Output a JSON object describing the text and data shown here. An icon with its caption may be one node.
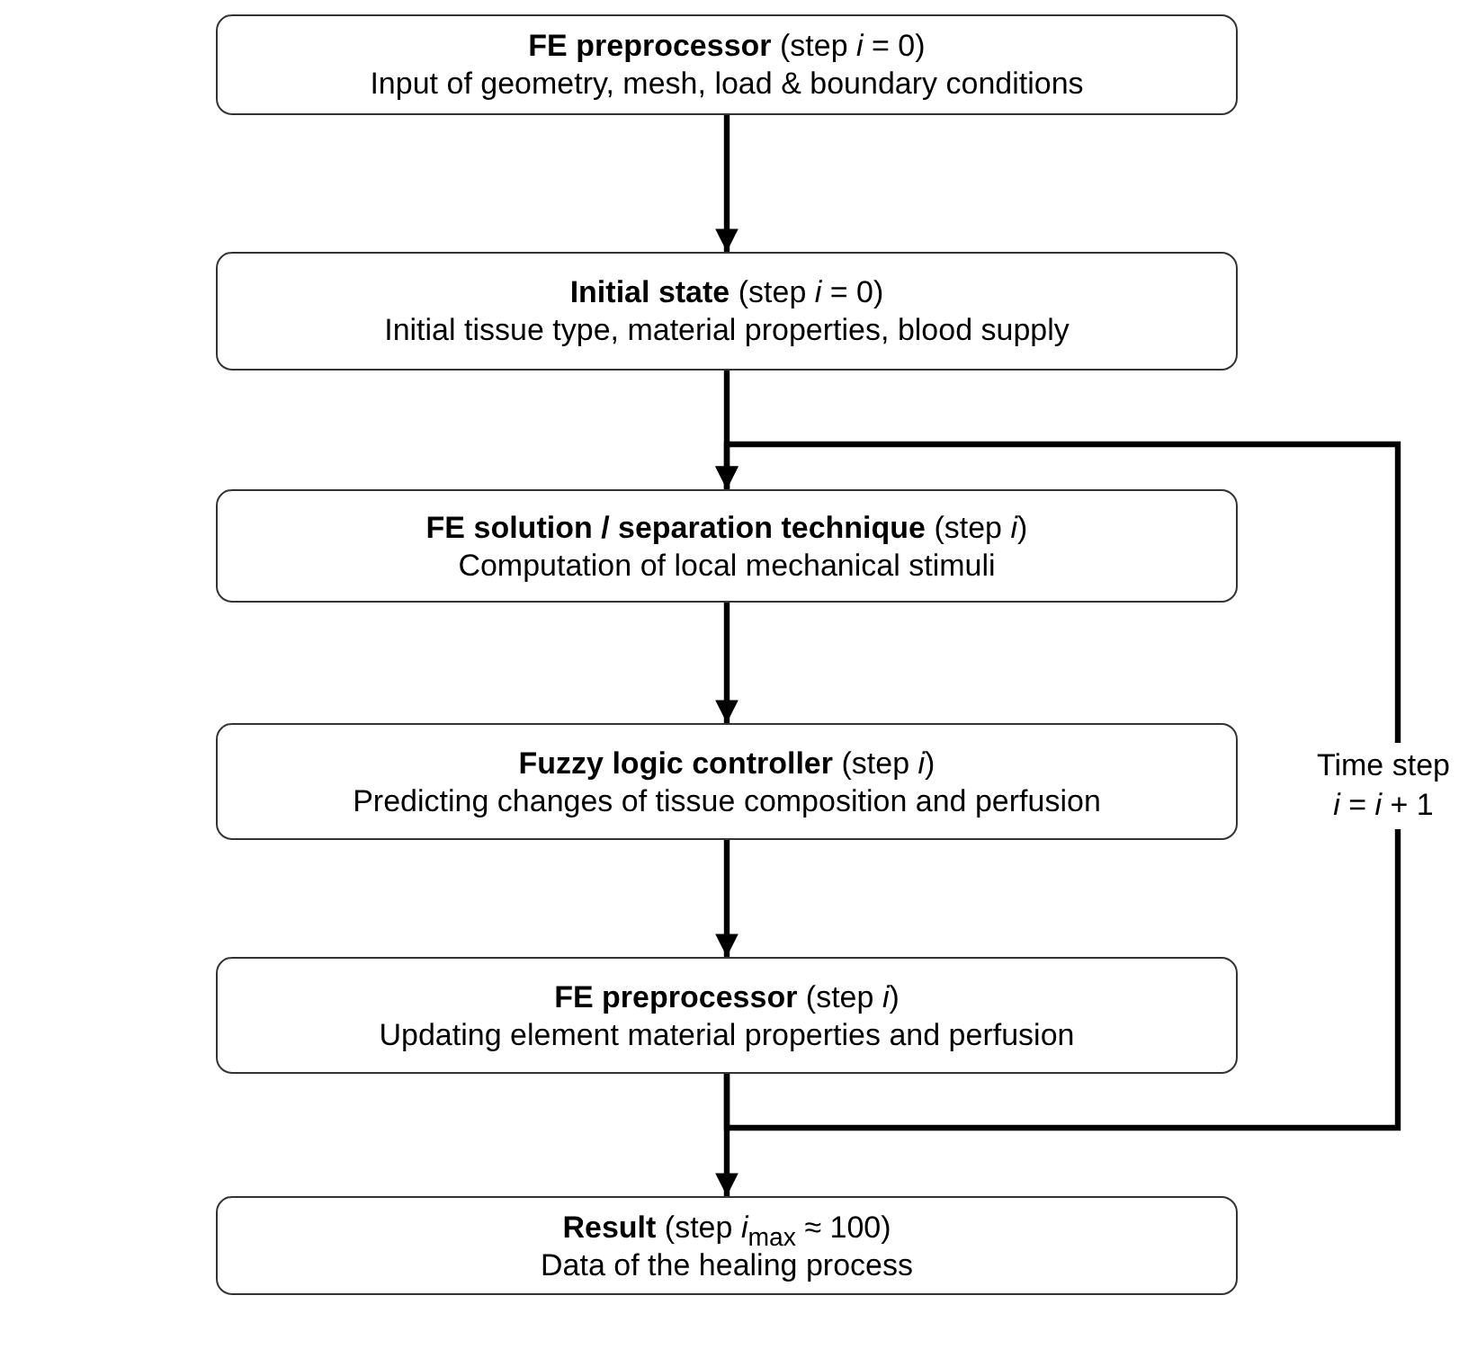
{
  "diagram": {
    "nodes": [
      {
        "text": [
          "**FE preprocessor** (step *i* = 0)",
          "Input of geometry, mesh, load & boundary conditions"
        ]
      },
      {
        "text": [
          "**Initial state** (step *i* = 0)",
          "Initial tissue type, material properties, blood supply"
        ]
      },
      {
        "text": [
          "**FE solution / separation technique** (step *i*)",
          "Computation of local mechanical stimuli"
        ]
      },
      {
        "text": [
          "**Fuzzy logic controller** (step *i*)",
          "Predicting changes of tissue composition and perfusion"
        ]
      },
      {
        "text": [
          "**FE preprocessor** (step *i*)",
          "Updating element material properties and perfusion"
        ]
      },
      {
        "text": [
          "**Result** (step *i*$_{max}$ ≈ 100)",
          "Data of the healing process"
        ]
      }
    ],
    "edges": [
      {
        "from": 0,
        "to": 1,
        "arrow": "to"
      },
      {
        "from": 1,
        "to": 2,
        "arrow": "to"
      },
      {
        "from": 2,
        "to": 3,
        "arrow": "to"
      },
      {
        "from": 3,
        "to": 4,
        "arrow": "to"
      },
      {
        "from": 4,
        "to": 5,
        "arrow": "to"
      },
      {
        "from": 4,
        "to": 2,
        "arrow": "to",
        "label": "Time step *i* = *i* + 1"
      }
    ]
  }
}
